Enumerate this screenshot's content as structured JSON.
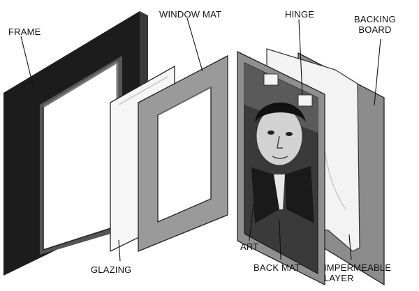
{
  "labels": {
    "frame": "FRAME",
    "window_mat": "WINDOW MAT",
    "hinge": "HINGE",
    "backing_board_line1": "BACKING",
    "backing_board_line2": "BOARD",
    "glazing": "GLAZING",
    "art": "ART",
    "back_mat": "BACK MAT",
    "impermeable_layer_line1": "IMPERMEABLE",
    "impermeable_layer_line2": "LAYER"
  },
  "colors": {
    "ink": "#111111",
    "frame_dark": "#1c1c1c",
    "mat_gray": "#9a9a9a",
    "board_gray": "#8c8c8c",
    "paper": "#f4f4f4"
  }
}
